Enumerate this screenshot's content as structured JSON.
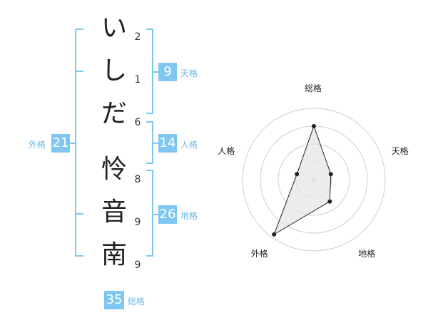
{
  "name_chars": [
    {
      "char": "い",
      "strokes": "2"
    },
    {
      "char": "し",
      "strokes": "1"
    },
    {
      "char": "だ",
      "strokes": "6"
    },
    {
      "char": "怜",
      "strokes": "8"
    },
    {
      "char": "音",
      "strokes": "9"
    },
    {
      "char": "南",
      "strokes": "9"
    }
  ],
  "badges": {
    "tenkaku": {
      "value": "9",
      "label": "天格"
    },
    "jinkaku": {
      "value": "14",
      "label": "人格"
    },
    "chikaku": {
      "value": "26",
      "label": "地格"
    },
    "gaikaku": {
      "value": "21",
      "label": "外格"
    },
    "soukaku": {
      "value": "35",
      "label": "総格"
    }
  },
  "colors": {
    "accent": "#7fc7f1",
    "label": "#6fb7e8",
    "radar_fill": "#e6e6e6",
    "radar_line": "#222222"
  },
  "chart_data": {
    "type": "radar",
    "axes": [
      "総格",
      "天格",
      "地格",
      "外格",
      "人格"
    ],
    "rings": 4,
    "values": [
      0.75,
      0.25,
      0.38,
      0.95,
      0.25
    ],
    "scale": [
      0,
      1
    ]
  }
}
